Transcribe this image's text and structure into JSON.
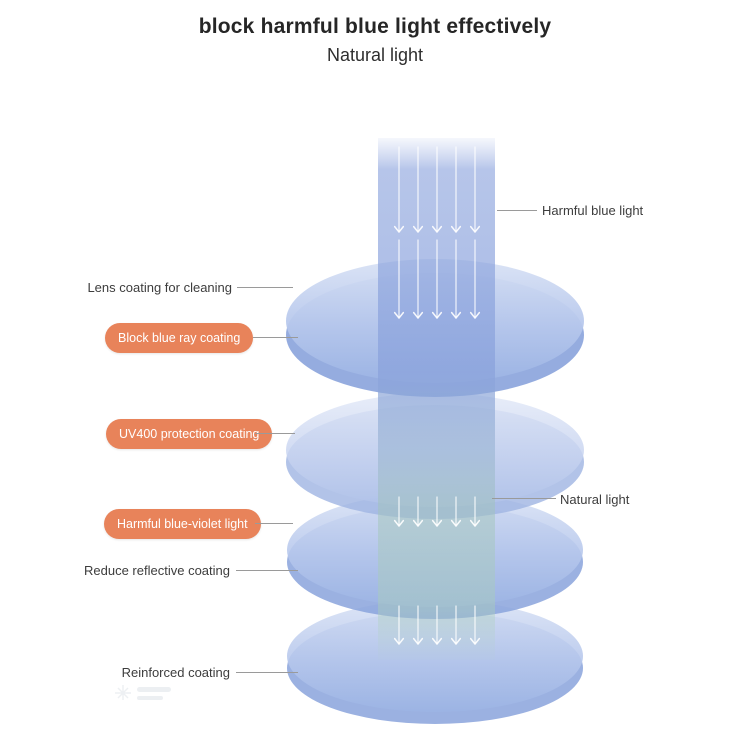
{
  "header": {
    "title": "block harmful blue light effectively",
    "subtitle": "Natural light"
  },
  "labels": {
    "harmful_blue_light": "Harmful blue light",
    "lens_coating_cleaning": "Lens coating for cleaning",
    "natural_light": "Natural light",
    "reduce_reflective_coating": "Reduce reflective coating",
    "reinforced_coating": "Reinforced coating"
  },
  "pills": {
    "block_blue_ray_coating": "Block blue ray coating",
    "uv400_protection_coating": "UV400 protection coating",
    "harmful_blue_violet_light": "Harmful blue-violet light"
  },
  "icons": {
    "light_arrows": "arrow-down-icon"
  },
  "colors": {
    "background": "#ffffff",
    "pill_background": "#e8835a",
    "pill_text": "#ffffff",
    "label_text": "#3d3d3d",
    "leader_line": "#9a9a9a",
    "beam_blue": "#8ca4dd",
    "beam_green": "#a8cbbc",
    "lens_blue_light": "#d9e2f5",
    "lens_blue_dark": "#8aa3dc"
  }
}
